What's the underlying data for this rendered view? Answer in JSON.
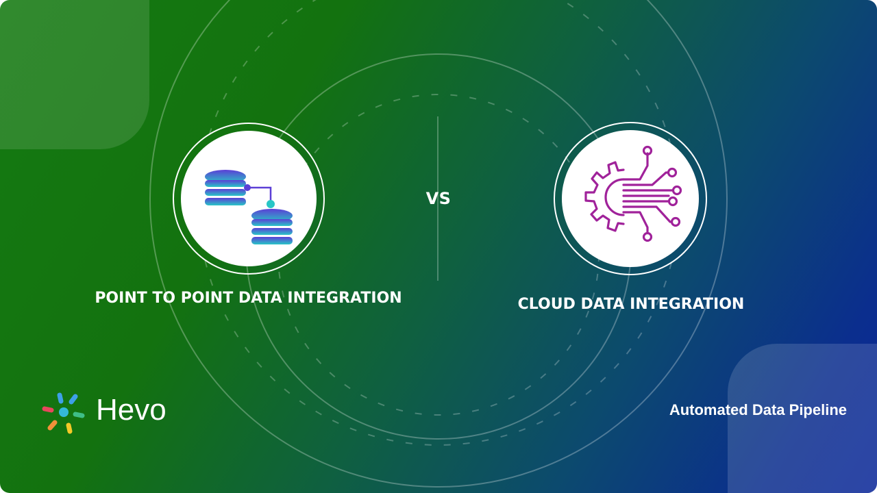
{
  "banner": {
    "left_heading": "POINT TO POINT DATA INTEGRATION",
    "right_heading": "CLOUD DATA INTEGRATION",
    "versus_label": "VS",
    "brand_name": "Hevo",
    "tagline": "Automated Data Pipeline"
  },
  "icons": {
    "left": "database-connection-icon",
    "right": "gear-circuit-icon",
    "logo": "hevo-burst-logo"
  },
  "colors": {
    "background_start": "#157a12",
    "background_end": "#0a2699",
    "database_icon_top": "#5b3fd6",
    "database_icon_bottom": "#28c6c6",
    "circuit_icon": "#a0229a",
    "text": "#ffffff"
  }
}
